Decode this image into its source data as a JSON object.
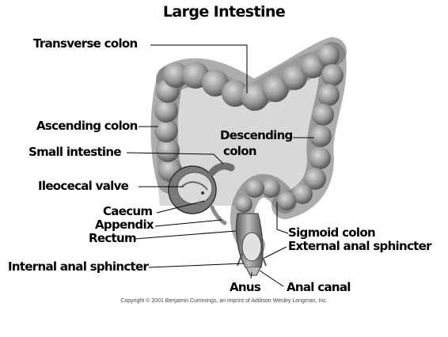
{
  "title": "Large Intestine",
  "labels": {
    "transverse_colon": "Transverse colon",
    "ascending_colon": "Ascending colon",
    "small_intestine": "Small intestine",
    "ileocecal_valve": "Ileocecal valve",
    "caecum": "Caecum",
    "appendix": "Appendix",
    "rectum": "Rectum",
    "internal_anal_sphincter": "Internal anal sphincter",
    "anus": "Anus",
    "anal_canal": "Anal canal",
    "descending_colon_line1": "Descending",
    "descending_colon_line2": "colon",
    "sigmoid_colon": "Sigmoid colon",
    "external_anal_sphincter": "External anal sphincter"
  },
  "copyright": "Copyright © 2001 Benjamin Cummings, an imprint of Addison Wesley Longman, Inc."
}
